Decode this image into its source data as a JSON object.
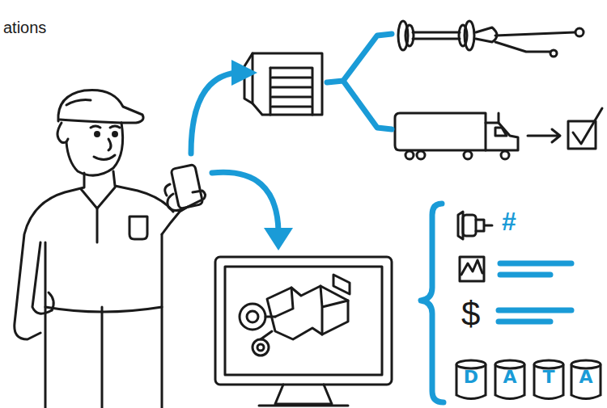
{
  "diagram": {
    "nodes": [
      {
        "text": [
          "D"
        ]
      },
      {
        "text": [
          "A"
        ]
      },
      {
        "text": [
          "T"
        ]
      },
      {
        "text": [
          "A"
        ]
      }
    ],
    "labels": [
      "ations",
      "#",
      "$"
    ]
  }
}
